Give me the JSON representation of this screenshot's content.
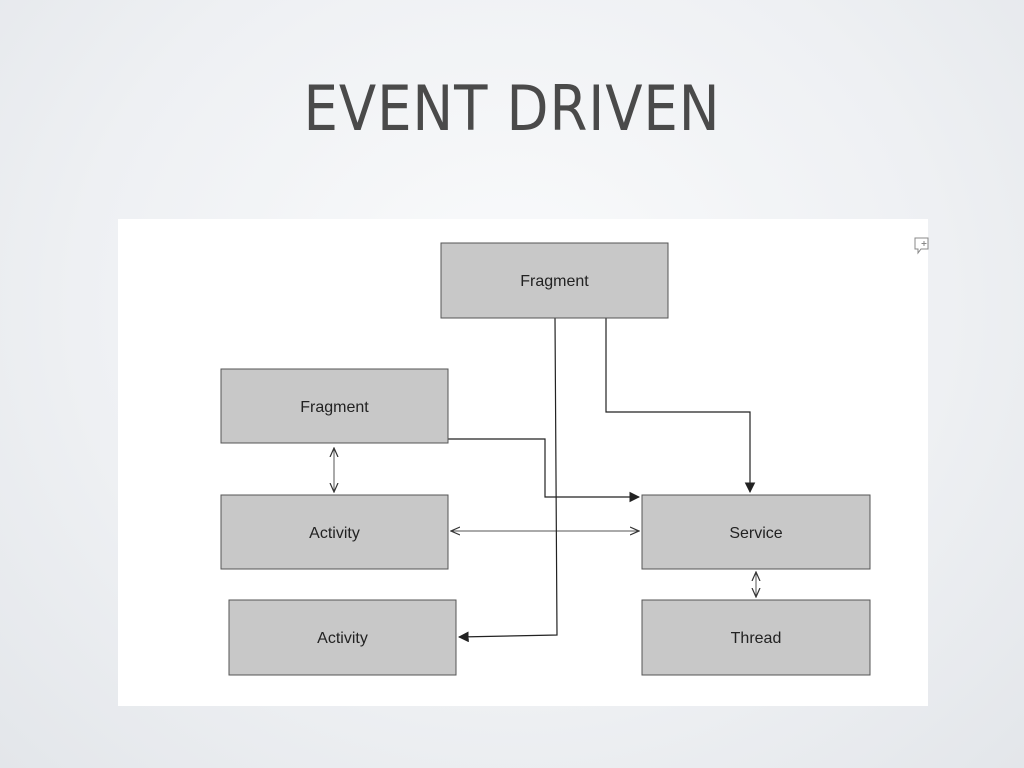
{
  "slide": {
    "title": "EVENT DRIVEN"
  },
  "diagram": {
    "boxes": [
      {
        "id": "fragment_top",
        "label": "Fragment"
      },
      {
        "id": "fragment_left",
        "label": "Fragment"
      },
      {
        "id": "activity_mid",
        "label": "Activity"
      },
      {
        "id": "activity_bottom",
        "label": "Activity"
      },
      {
        "id": "service",
        "label": "Service"
      },
      {
        "id": "thread",
        "label": "Thread"
      }
    ],
    "connections": [
      {
        "from": "fragment_left",
        "to": "activity_mid",
        "arrow": "both"
      },
      {
        "from": "activity_mid",
        "to": "service",
        "arrow": "both"
      },
      {
        "from": "fragment_left",
        "to": "service",
        "arrow": "end"
      },
      {
        "from": "fragment_top",
        "to": "service",
        "arrow": "end"
      },
      {
        "from": "fragment_top",
        "to": "activity_bottom",
        "arrow": "end"
      },
      {
        "from": "service",
        "to": "thread",
        "arrow": "both"
      }
    ]
  },
  "icons": {
    "comment": "add-comment-icon"
  }
}
